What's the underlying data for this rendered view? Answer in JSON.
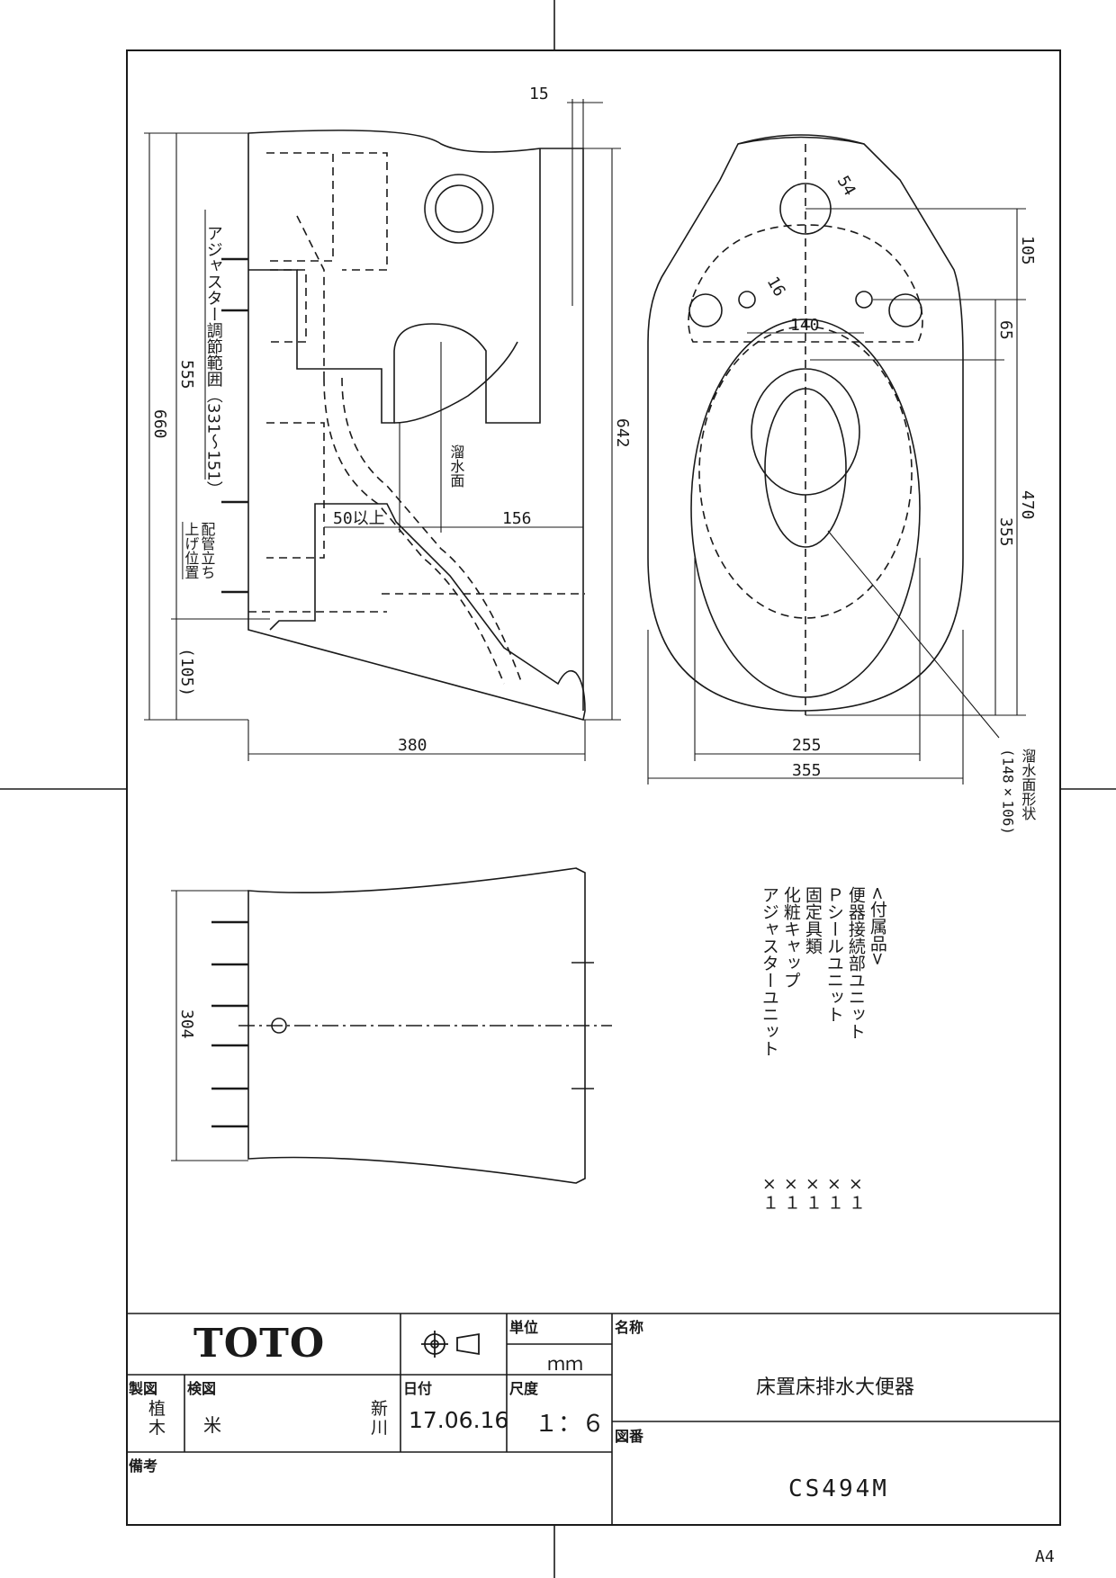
{
  "drawing": {
    "dimensions": {
      "d15": "15",
      "d105": "105",
      "d54": "54",
      "d16": "16",
      "d140": "140",
      "d65": "65",
      "d660": "660",
      "d555": "555",
      "d642": "642",
      "d470": "470",
      "d355v": "355",
      "d50": "50以上",
      "d156": "156",
      "d105p": "(105)",
      "d380": "380",
      "d255": "255",
      "d355h": "355",
      "d304": "304"
    },
    "labels": {
      "adjuster": "アジャスター調節範囲（331～151）",
      "water_level": "溜水面",
      "pipe_height_1": "配管立ち",
      "pipe_height_2": "上げ位置",
      "water_shape": "溜水面形状",
      "water_shape_size": "(148×106)"
    },
    "accessories": {
      "title": "<付属品>",
      "items": [
        {
          "name": "便器接続部ユニット",
          "qty": "×１"
        },
        {
          "name": "Ｐシールユニット",
          "qty": "×１"
        },
        {
          "name": "固定具類",
          "qty": "×１"
        },
        {
          "name": "化粧キャップ",
          "qty": "×１"
        },
        {
          "name": "アジャスターユニット",
          "qty": "×１"
        }
      ]
    }
  },
  "title_block": {
    "logo": "TOTO",
    "unit_label": "単位",
    "unit_value": "ｍｍ",
    "name_label": "名称",
    "name_value": "床置床排水大便器",
    "drawn_label": "製図",
    "drawn_value": "植木",
    "check_label": "検図",
    "check_value_1": "米",
    "check_value_2": "新川",
    "date_label": "日付",
    "date_value": "17.06.16",
    "scale_label": "尺度",
    "scale_value": "１：６",
    "number_label": "図番",
    "number_value": "CS494M",
    "remarks_label": "備考",
    "paper_size": "A4"
  }
}
